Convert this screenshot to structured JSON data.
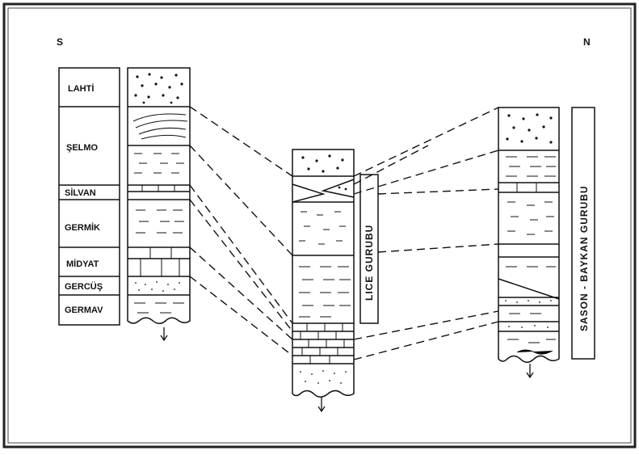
{
  "directions": {
    "south": "S",
    "north": "N"
  },
  "left_column": {
    "units": [
      "LAHTİ",
      "ŞELMO",
      "SİLVAN",
      "GERMİK",
      "MİDYAT",
      "GERCÜŞ",
      "GERMAV"
    ]
  },
  "middle_column": {
    "group_label": "LICE   GURUBU"
  },
  "right_column": {
    "group_label": "SASON - BAYKAN  GURUBU"
  },
  "colors": {
    "ink": "#111111",
    "frame": "#222222",
    "paper": "#ffffff"
  }
}
